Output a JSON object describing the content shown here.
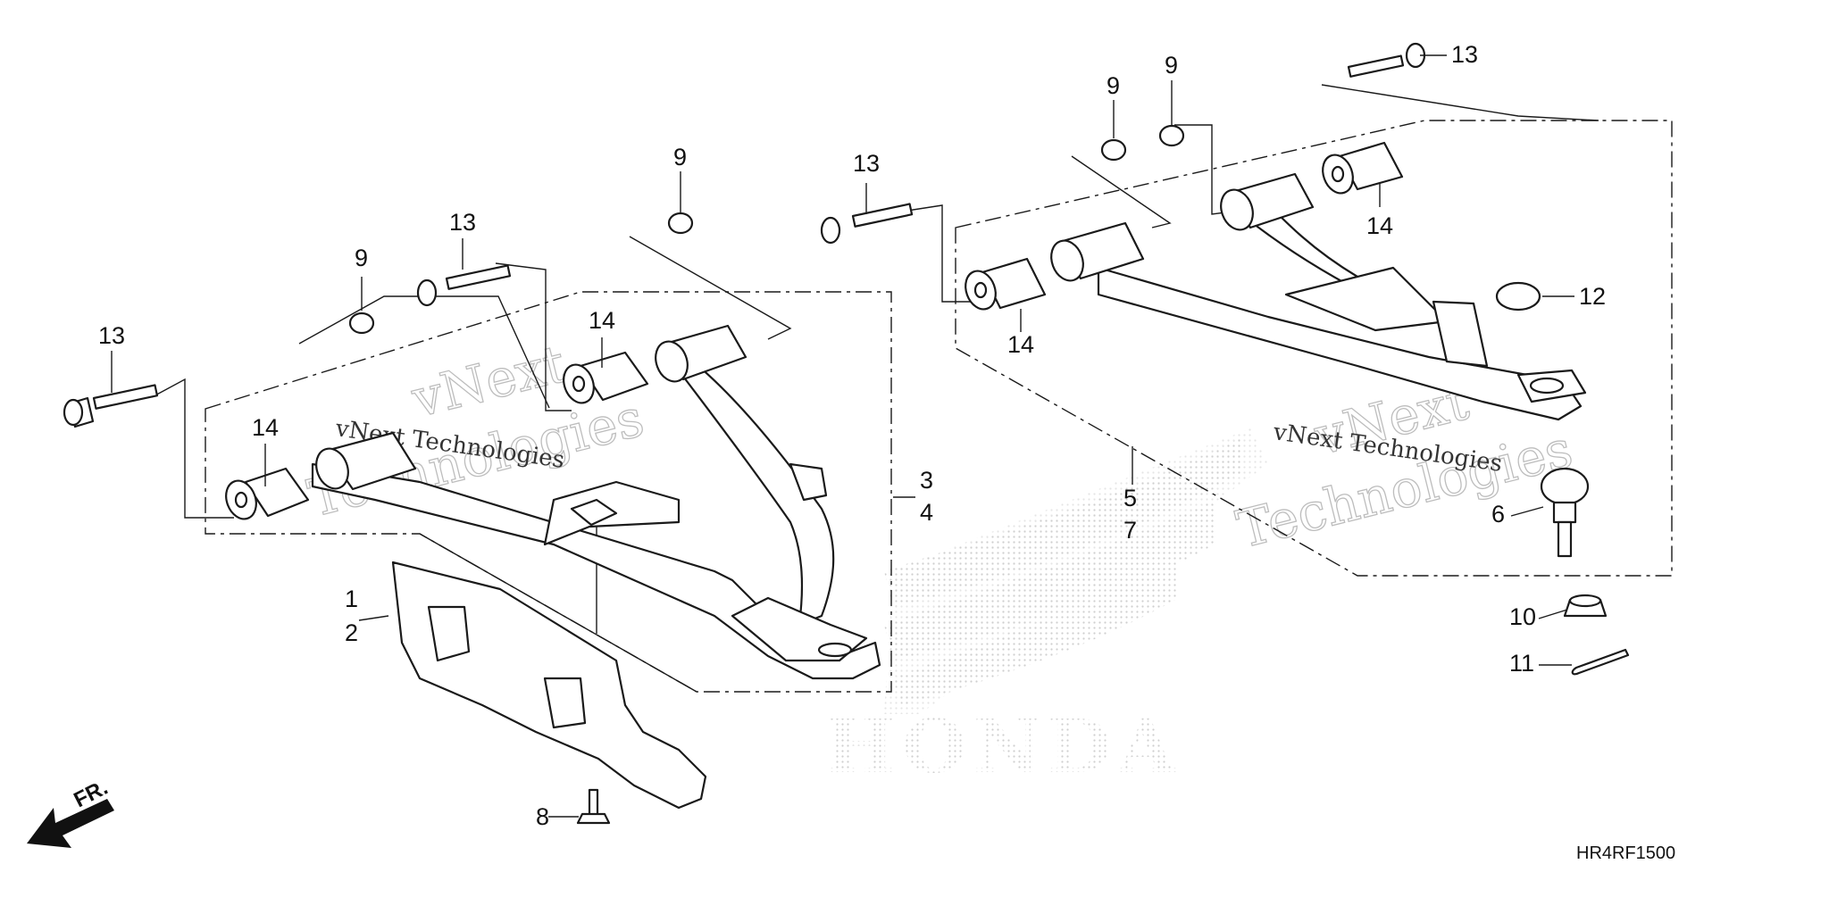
{
  "diagram": {
    "code": "HR4RF1500",
    "front_label": "FR.",
    "brand": "HONDA",
    "watermark": {
      "line1": "vNext",
      "line2": "Technologies",
      "full": "vNext Technologies"
    },
    "callouts": {
      "c1": "1",
      "c2": "2",
      "c3": "3",
      "c4": "4",
      "c5": "5",
      "c6": "6",
      "c7": "7",
      "c8": "8",
      "c9a": "9",
      "c9b": "9",
      "c9c": "9",
      "c9d": "9",
      "c10": "10",
      "c11": "11",
      "c12": "12",
      "c13a": "13",
      "c13b": "13",
      "c13c": "13",
      "c13d": "13",
      "c14a": "14",
      "c14b": "14",
      "c14c": "14",
      "c14d": "14"
    }
  }
}
